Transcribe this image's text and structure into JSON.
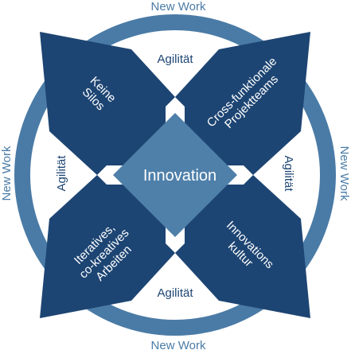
{
  "colors": {
    "ring": "#4a7ba6",
    "petal": "#1d4573",
    "center": "#4f80aa",
    "inner_square": "#1d4573",
    "background": "#ffffff",
    "outer_label": "#4a7ba6",
    "agility_label": "#1d4573",
    "petal_text": "#ffffff",
    "center_text": "#ffffff"
  },
  "outer_labels": {
    "top": "New Work",
    "bottom": "New Work",
    "left": "New Work",
    "right": "New Work"
  },
  "agility_labels": {
    "top": "Agilität",
    "bottom": "Agilität",
    "left": "Agilität",
    "right": "Agilität"
  },
  "petals": {
    "top_left": [
      "Keine",
      "Silos"
    ],
    "top_right": [
      "Cross-funktionale",
      "Projektteams"
    ],
    "bottom_left": [
      "Iteratives,",
      "co-kreatives",
      "Arbeiten"
    ],
    "bottom_right": [
      "Innovations",
      "kultur"
    ]
  },
  "center_label": "Innovation"
}
